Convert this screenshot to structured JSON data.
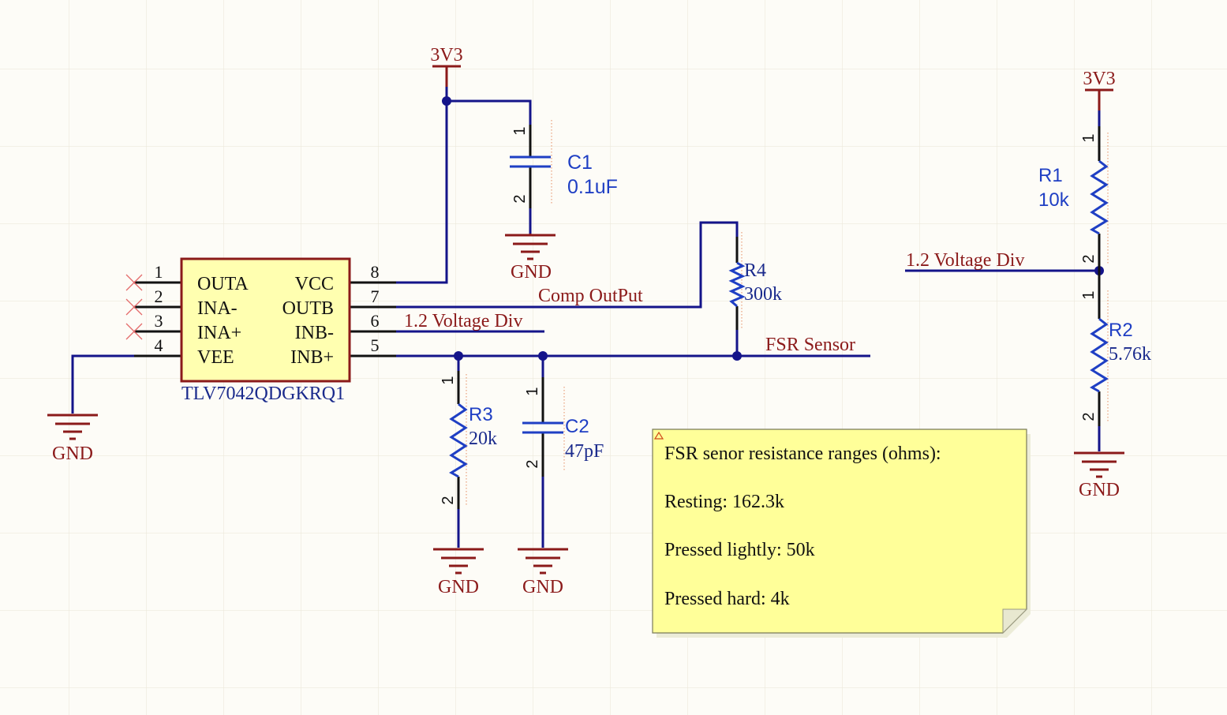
{
  "power": {
    "v33": "3V3",
    "gnd": "GND"
  },
  "ic": {
    "designator": "TLV7042QDGKRQ1",
    "left_pins": [
      {
        "num": "1",
        "name": "OUTA"
      },
      {
        "num": "2",
        "name": "INA-"
      },
      {
        "num": "3",
        "name": "INA+"
      },
      {
        "num": "4",
        "name": "VEE"
      }
    ],
    "right_pins": [
      {
        "num": "8",
        "name": "VCC"
      },
      {
        "num": "7",
        "name": "OUTB"
      },
      {
        "num": "6",
        "name": "INB-"
      },
      {
        "num": "5",
        "name": "INB+"
      }
    ]
  },
  "components": {
    "C1": {
      "ref": "C1",
      "value": "0.1uF"
    },
    "C2": {
      "ref": "C2",
      "value": "47pF"
    },
    "R1": {
      "ref": "R1",
      "value": "10k"
    },
    "R2": {
      "ref": "R2",
      "value": "5.76k"
    },
    "R3": {
      "ref": "R3",
      "value": "20k"
    },
    "R4": {
      "ref": "R4",
      "value": "300k"
    }
  },
  "pin_numbers": {
    "p1": "1",
    "p2": "2"
  },
  "nets": {
    "comp_output": "Comp  OutPut",
    "voltage_div": "1.2 Voltage Div",
    "fsr_sensor": "FSR Sensor"
  },
  "note": {
    "lines": [
      "FSR senor resistance ranges (ohms):",
      "Resting: 162.3k",
      "Pressed lightly: 50k",
      "Pressed hard: 4k"
    ]
  },
  "colors": {
    "wire": "#14148a",
    "power": "#8b1a1a",
    "component": "#1f3fc4",
    "ic_fill": "#ffffb0",
    "note_fill": "#ffff99"
  }
}
